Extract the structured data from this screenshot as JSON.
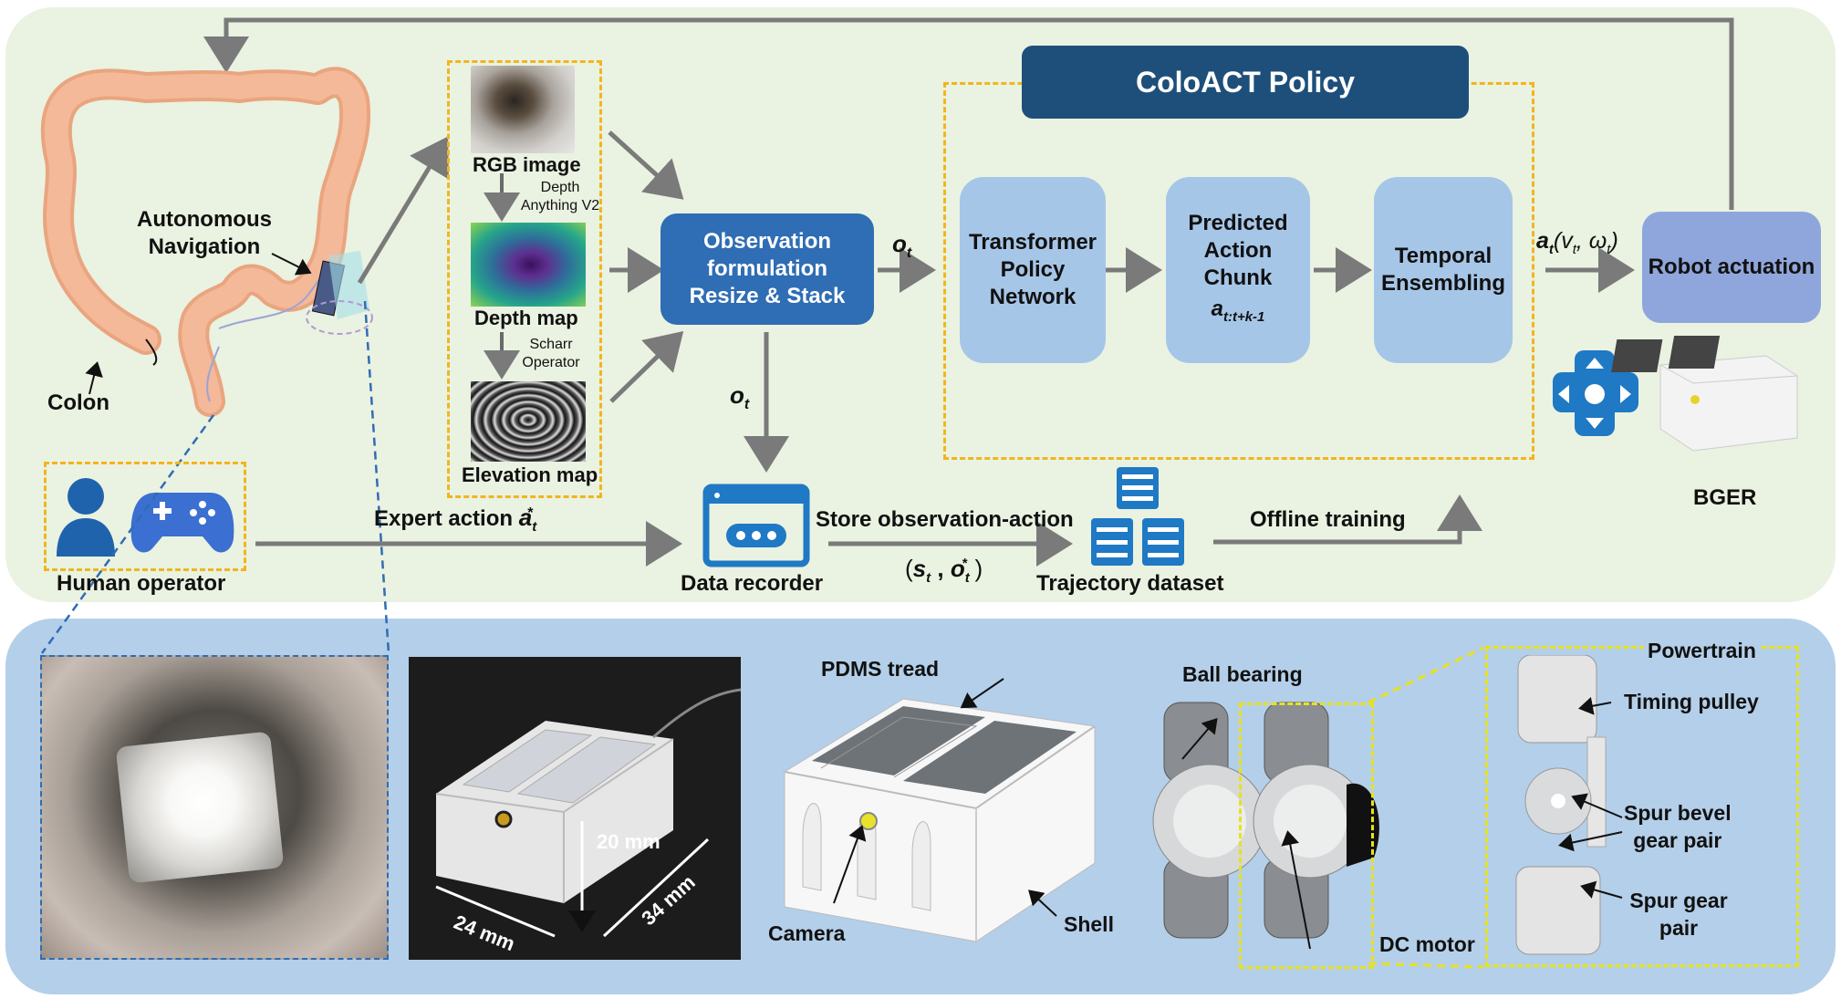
{
  "colors": {
    "top_bg": "#eaf2e1",
    "bottom_bg": "#b4cfe9",
    "accent_blue": "#2f6db4",
    "policy_blue": "#1e4f7a",
    "block_blue": "#a6c6e8",
    "robot_block": "#8fa6dc",
    "dash_orange": "#f2b51d",
    "dash_yellow": "#e8e21c",
    "arrow_gray": "#7a7a7a"
  },
  "top": {
    "autonomous_nav": "Autonomous\nNavigation",
    "colon": "Colon",
    "rgb_image": "RGB image",
    "depth_anything": "Depth\nAnything V2",
    "depth_map": "Depth map",
    "scharr": "Scharr\nOperator",
    "elevation_map": "Elevation map",
    "observation": "Observation\nformulation\nResize & Stack",
    "o_t": "o",
    "t_sub": "t",
    "policy_title": "ColoACT Policy",
    "transformer": "Transformer\nPolicy\nNetwork",
    "predicted": "Predicted\nAction\nChunk",
    "chunk_sym": "a",
    "chunk_sub": "t:t+k-1",
    "temporal": "Temporal\nEnsembling",
    "action_a": "a",
    "action_rest": "(v",
    "action_omega": ", ω",
    "action_close": ")",
    "robot_actuation": "Robot actuation",
    "bger": "BGER",
    "human_operator": "Human operator",
    "expert_action": "Expert action ",
    "expert_sym": "a",
    "star": "*",
    "data_recorder": "Data recorder",
    "store": "Store observation-action",
    "pair_open": "(",
    "pair_s": "s",
    "pair_comma": " , ",
    "pair_o": "o",
    "pair_close": ")",
    "trajectory": "Trajectory dataset",
    "offline": "Offline training"
  },
  "bottom": {
    "dim_20": "20 mm",
    "dim_24": "24 mm",
    "dim_34": "34 mm",
    "pdms": "PDMS tread",
    "camera": "Camera",
    "shell": "Shell",
    "ball_bearing": "Ball bearing",
    "dc_motor": "DC motor",
    "powertrain": "Powertrain",
    "timing_pulley": "Timing pulley",
    "spur_bevel": "Spur bevel\ngear pair",
    "spur_gear": "Spur gear\npair"
  },
  "icons": [
    "colon-illustration",
    "person-icon",
    "gamepad-icon",
    "data-recorder-icon",
    "database-icon",
    "dpad-icon",
    "robot-image",
    "gear-assembly-image"
  ]
}
